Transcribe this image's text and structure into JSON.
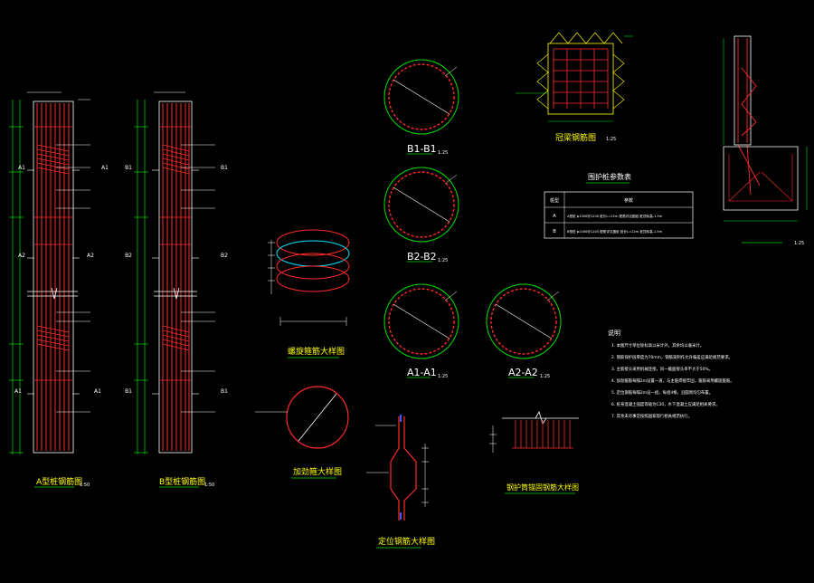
{
  "colors": {
    "background": "#000000",
    "rebar": "#ff2a2a",
    "outline": "#ffffff",
    "dimension": "#00dd00",
    "text_white": "#ffffff",
    "accent_cyan": "#00e5ff",
    "accent_yellow": "#ffff00",
    "accent_blue": "#4455ff"
  },
  "titles": {
    "a_pile": "A型桩钢筋图",
    "a_pile_scale": "1:50",
    "b_pile": "B型桩钢筋图",
    "b_pile_scale": "1:50",
    "spiral": "螺旋箍筋大样图",
    "stiffener": "加劲箍大样图",
    "locator": "定位钢筋大样图",
    "cap_plan": "冠梁钢筋图",
    "cap_plan_scale": "1:25",
    "cap_section_scale": "1:25",
    "anchor_detail": "钢护筒锚固钢筋大样图"
  },
  "sections": {
    "b1": "B1-B1",
    "b2": "B2-B2",
    "a1": "A1-A1",
    "a2": "A2-A2",
    "scale": "1:25"
  },
  "section_marks": {
    "a1": "A1",
    "a2": "A2",
    "b1": "B1",
    "b2": "B2"
  },
  "quantity_table": {
    "title": "围护桩参数表",
    "header_type": "桩型",
    "header_desc": "参数",
    "rows": [
      {
        "type": "A",
        "desc": "A型桩 φ1000@1200 桩长L=22m 配筋详见图纸 桩顶标高-1.5m"
      },
      {
        "type": "B",
        "desc": "B型桩 φ1000@1200 配筋详见图纸 桩长L=22m 桩顶标高-1.5m"
      }
    ]
  },
  "notes": {
    "heading": "说明",
    "items": [
      "1. 本图尺寸单位除标高以米计外，其余均以毫米计。",
      "2. 钢筋保护层厚度为70mm，钢筋笼制作允许偏差应满足规范要求。",
      "3. 主筋接头采用机械连接，同一截面接头率不大于50%。",
      "4. 加劲箍筋每隔2m设置一道，与主筋焊接牢固，箍筋采用螺旋箍筋。",
      "5. 定位钢筋每隔2m设一组，每组4根，沿圆周均匀布置。",
      "6. 桩身混凝土强度等级为C30，水下混凝土应满足相关要求。",
      "7. 其余未尽事宜按照国家现行相关规范执行。"
    ]
  }
}
